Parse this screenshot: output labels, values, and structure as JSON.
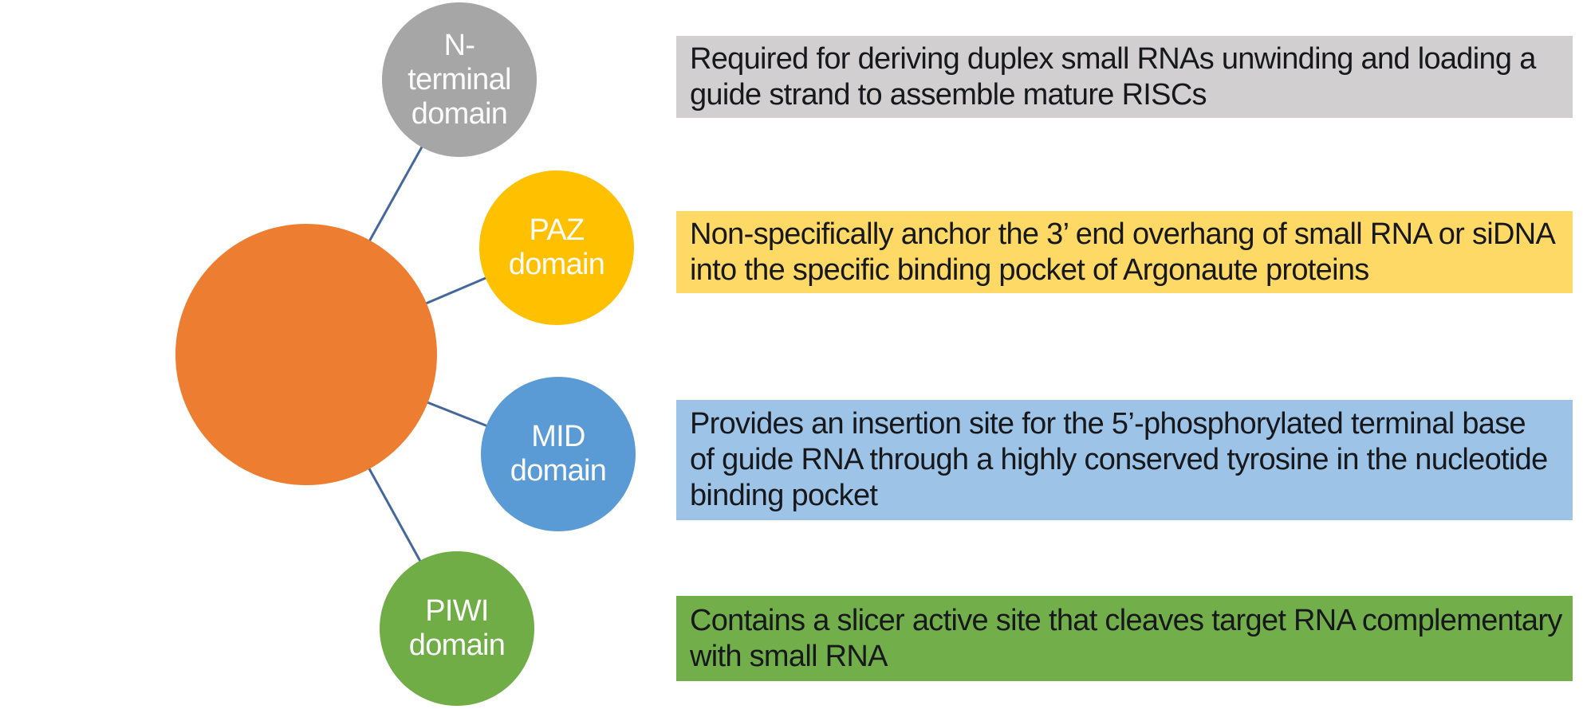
{
  "diagram": {
    "background_color": "#FFFFFF",
    "connector_color": "#44679C",
    "center_node": {
      "label": "",
      "color": "#ED7D31"
    },
    "nodes": [
      {
        "id": "n-terminal",
        "label": "N-\nterminal\ndomain",
        "circle_color": "#A6A6A6",
        "label_color": "#FFFFFF",
        "description": "Required for deriving duplex small RNAs unwinding and loading a\nguide strand to assemble mature RISCs",
        "description_bg": "#D1CFCF",
        "description_text_color": "#17181C"
      },
      {
        "id": "paz",
        "label": "PAZ\ndomain",
        "circle_color": "#FFC000",
        "label_color": "#FFFFFF",
        "description": "Non-specifically anchor the 3’ end overhang of small RNA or siDNA\ninto the specific binding pocket of Argonaute proteins",
        "description_bg": "#FFD965",
        "description_text_color": "#17181C"
      },
      {
        "id": "mid",
        "label": "MID\ndomain",
        "circle_color": "#5B9BD5",
        "label_color": "#FFFFFF",
        "description": "Provides an insertion site for the 5’-phosphorylated terminal base\nof guide RNA through a highly conserved tyrosine in the nucleotide\nbinding pocket",
        "description_bg": "#9DC3E6",
        "description_text_color": "#17181C"
      },
      {
        "id": "piwi",
        "label": "PIWI\ndomain",
        "circle_color": "#70AD47",
        "label_color": "#FFFFFF",
        "description": "Contains a slicer active site that cleaves target RNA complementary\nwith small RNA",
        "description_bg": "#72AF4A",
        "description_text_color": "#17181C"
      }
    ]
  }
}
